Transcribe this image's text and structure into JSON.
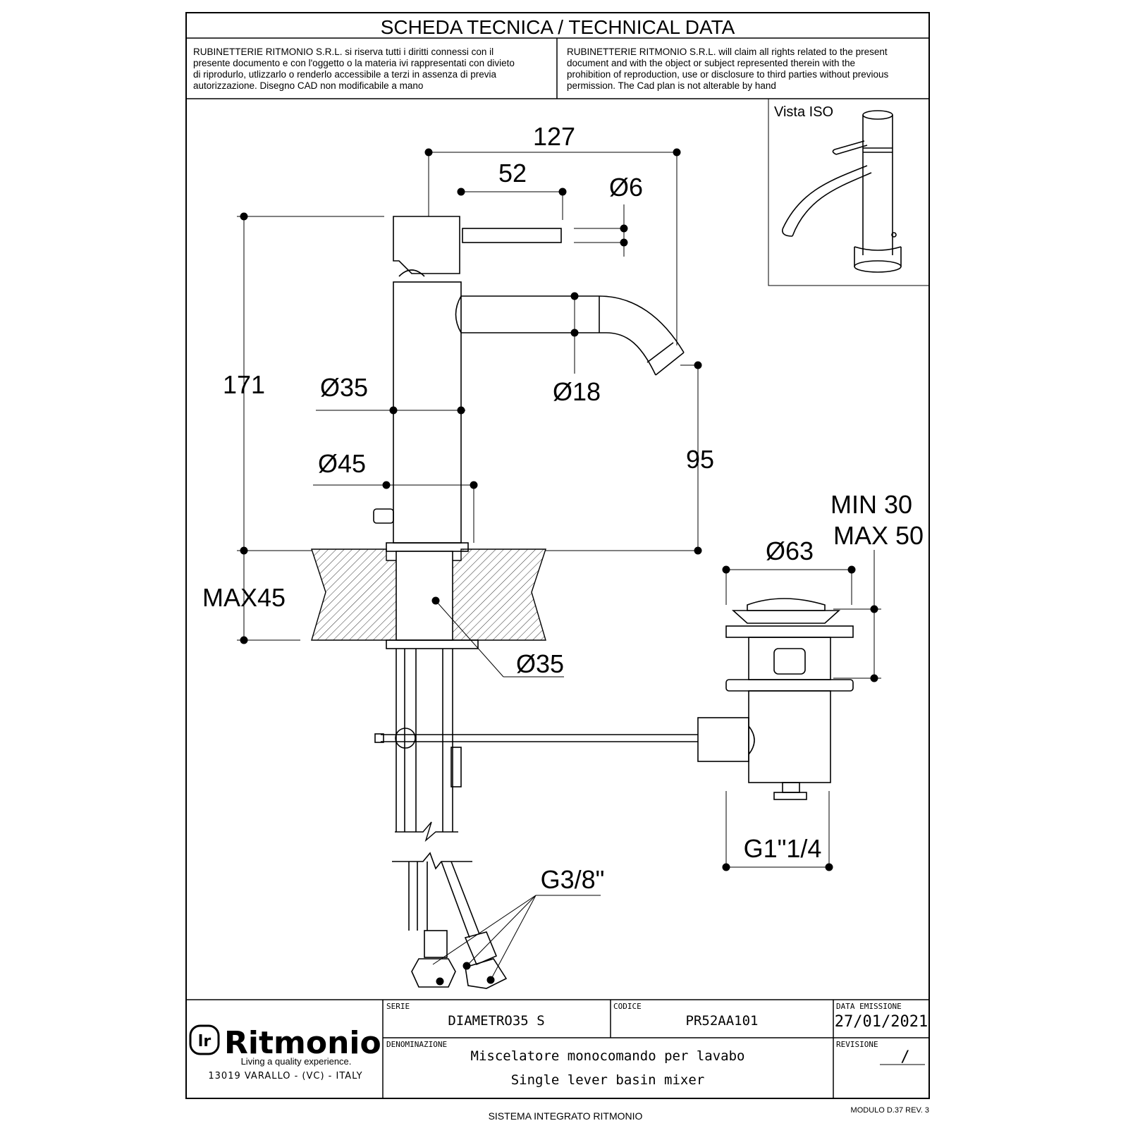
{
  "header": {
    "title": "SCHEDA TECNICA / TECHNICAL DATA",
    "notice_it": [
      "RUBINETTERIE RITMONIO S.R.L. si riserva tutti i diritti connessi con il",
      "presente documento e con l'oggetto o la materia ivi rappresentati con divieto",
      "di riprodurlo, utlizzarlo o renderlo accessibile a terzi in assenza di previa",
      "autorizzazione. Disegno CAD non modificabile a mano"
    ],
    "notice_en": [
      "RUBINETTERIE RITMONIO S.R.L. will claim all rights related to the present",
      "document and with the object or subject represented therein with the",
      "prohibition  of reproduction, use or disclosure to third parties without previous",
      "permission.  The Cad plan is not alterable by hand"
    ]
  },
  "iso_view": {
    "label": "Vista ISO"
  },
  "dimensions": {
    "overall_depth": "127",
    "lever_length": "52",
    "lever_diameter": "Ø6",
    "height": "171",
    "body_diameter": "Ø35",
    "spout_diameter": "Ø18",
    "spout_height": "95",
    "base_diameter": "Ø45",
    "deck_thickness": "MAX45",
    "shank_diameter": "Ø35",
    "waste_clamp_min": "MIN 30",
    "waste_clamp_max": "MAX 50",
    "waste_diameter": "Ø63",
    "waste_thread": "G1\"1/4",
    "supply_thread": "G3/8\""
  },
  "title_block": {
    "brand": "Ritmonio",
    "tagline": "Living a quality experience.",
    "address": "13019 VARALLO - (VC) - ITALY",
    "serie_label": "SERIE",
    "serie_value": "DIAMETRO35  S",
    "codice_label": "CODICE",
    "codice_value": "PR52AA101",
    "data_label": "DATA  EMISSIONE",
    "data_value": "27/01/2021",
    "denominazione_label": "DENOMINAZIONE",
    "denominazione_it": "Miscelatore  monocomando  per  lavabo",
    "denominazione_en": "Single  lever  basin  mixer",
    "revisione_label": "REVISIONE",
    "revisione_value": "/"
  },
  "footer": {
    "system": "SISTEMA INTEGRATO RITMONIO",
    "module": "MODULO D.37 REV. 3"
  }
}
